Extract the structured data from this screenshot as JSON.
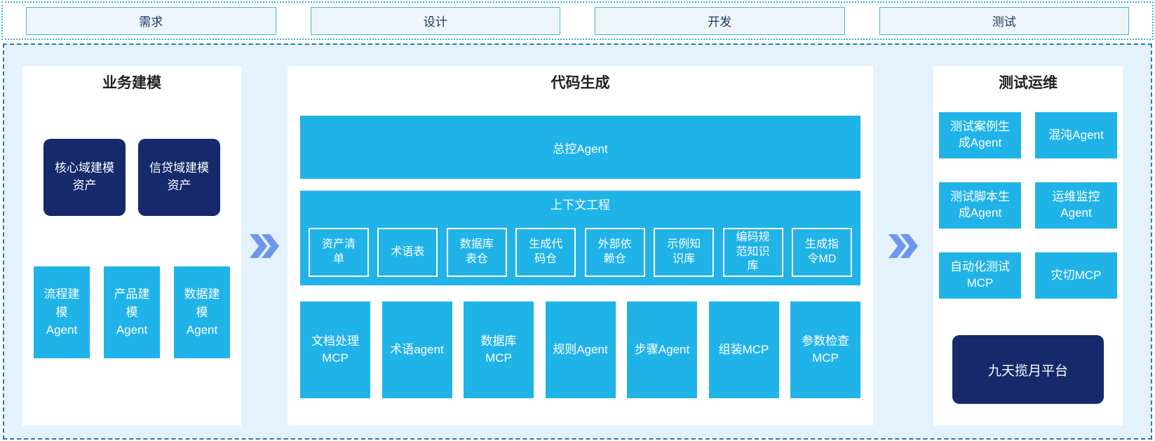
{
  "phases": [
    "需求",
    "设计",
    "开发",
    "测试"
  ],
  "sections": {
    "business_modeling": {
      "title": "业务建模",
      "assets": [
        "核心域建模资产",
        "信贷域建模资产"
      ],
      "agents": [
        "流程建模Agent",
        "产品建模Agent",
        "数据建模Agent"
      ]
    },
    "code_generation": {
      "title": "代码生成",
      "master_agent": "总控Agent",
      "context_engineering": {
        "title": "上下文工程",
        "items": [
          "资产清单",
          "术语表",
          "数据库表仓",
          "生成代码仓",
          "外部依赖仓",
          "示例知识库",
          "编码规范知识库",
          "生成指令MD"
        ]
      },
      "tools": [
        "文档处理MCP",
        "术语agent",
        "数据库MCP",
        "规则Agent",
        "步骤Agent",
        "组装MCP",
        "参数检查MCP"
      ]
    },
    "test_ops": {
      "title": "测试运维",
      "boxes": [
        "测试案例生成Agent",
        "混沌Agent",
        "测试脚本生成Agent",
        "运维监控Agent",
        "自动化测试MCP",
        "灾切MCP"
      ],
      "platform": "九天揽月平台"
    }
  },
  "icons": {
    "flow_arrow": "double-chevron-right"
  },
  "colors": {
    "cyan": "#20b3e8",
    "navy": "#15296b",
    "container_bg": "#e3f2fc",
    "container_border": "#2e75b6",
    "strip_border": "#2fb4e4",
    "phase_box_bg": "#eef5f9",
    "phase_box_border": "#41b6de",
    "phase_text": "#1f3864",
    "arrow_blue": "#6d96ef"
  }
}
